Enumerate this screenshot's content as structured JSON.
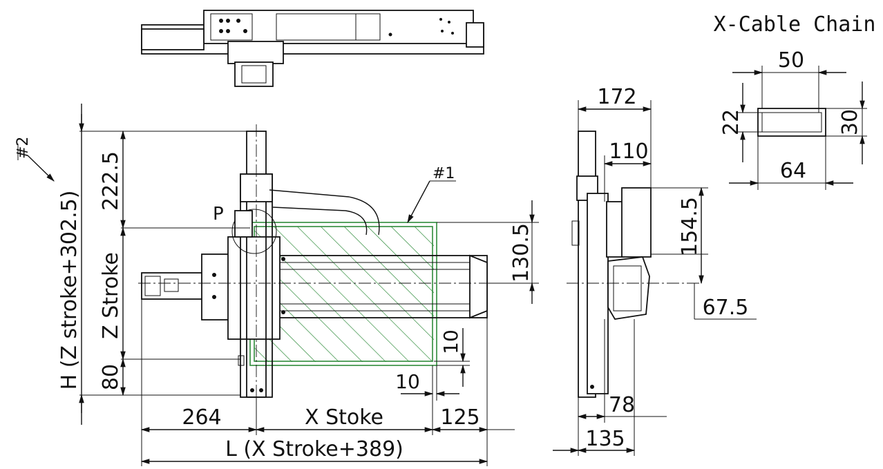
{
  "drawing": {
    "cable_chain_title": "X-Cable Chain",
    "dims": {
      "chain_outer_w": "50",
      "chain_inner_h": "22",
      "chain_outer_h": "30",
      "chain_total_w": "64",
      "side_172": "172",
      "side_110": "110",
      "side_154_5": "154.5",
      "side_67_5": "67.5",
      "side_78": "78",
      "side_135": "135",
      "front_222_5": "222.5",
      "front_130_5": "130.5",
      "front_10_v": "10",
      "front_10_h": "10",
      "front_80": "80",
      "front_264": "264",
      "front_125": "125",
      "z_stroke": "Z Stroke",
      "x_stroke": "X Stoke",
      "h_label": "H (Z stroke+302.5)",
      "l_label": "L (X Stroke+389)"
    },
    "callouts": {
      "c1": "#1",
      "c2": "#2",
      "p": "P"
    }
  }
}
